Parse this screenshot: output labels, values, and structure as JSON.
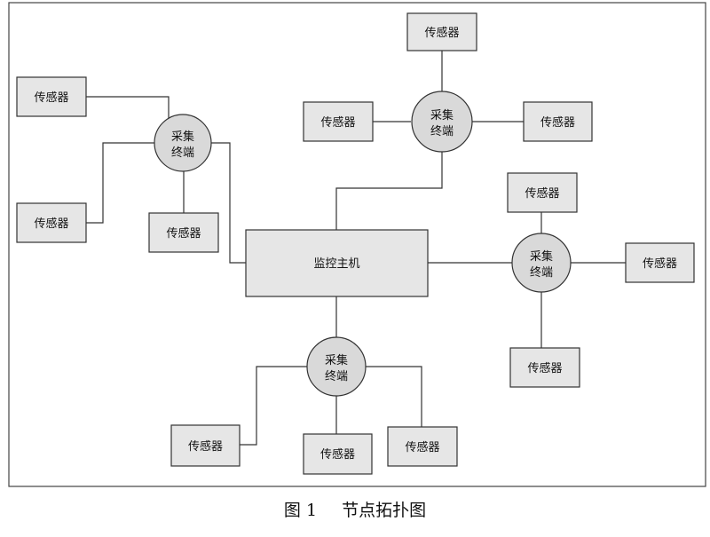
{
  "diagram": {
    "host": "监控主机",
    "terminal_line1": "采集",
    "terminal_line2": "终端",
    "sensor": "传感器"
  },
  "caption": {
    "number": "图 1",
    "title": "节点拓扑图"
  }
}
